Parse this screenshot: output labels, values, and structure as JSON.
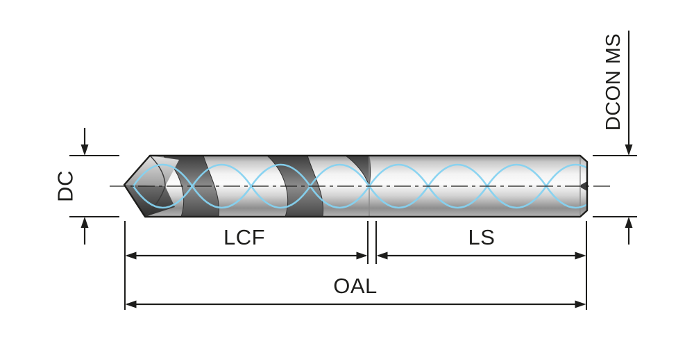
{
  "diagram": {
    "type": "technical-dimension-drawing",
    "subject": "twist-drill-side-view-with-coolant-channels",
    "labels": {
      "dc": "DC",
      "dcon_ms": "DCON MS",
      "lcf": "LCF",
      "ls": "LS",
      "oal": "OAL"
    },
    "colors": {
      "outline": "#1d1d1b",
      "dimension_lines": "#1d1d1b",
      "coolant_channel": "#85d2f0",
      "background": "#ffffff"
    }
  }
}
